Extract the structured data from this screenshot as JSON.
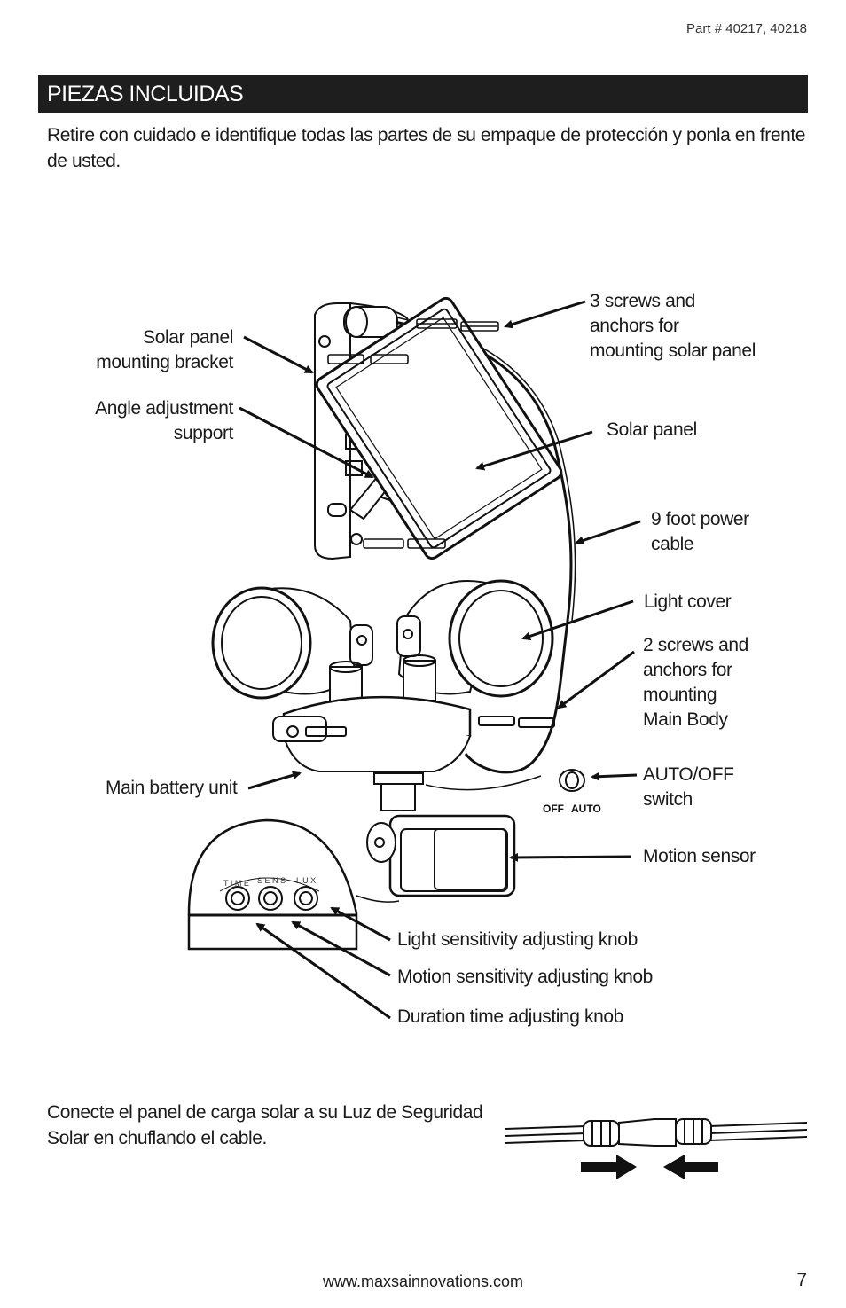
{
  "header": {
    "part_number": "Part # 40217, 40218"
  },
  "section": {
    "title": "PIEZAS INCLUIDAS",
    "intro": "Retire con cuidado e identifique todas las partes de su empaque de protección y ponla en frente de usted."
  },
  "labels": {
    "screws_solar": "3 screws and\nanchors for\nmounting solar panel",
    "mounting_bracket": "Solar panel\nmounting bracket",
    "angle_support": "Angle adjustment\nsupport",
    "solar_panel": "Solar panel",
    "power_cable": "9 foot power\ncable",
    "light_cover": "Light cover",
    "screws_body": "2 screws and\nanchors for\nmounting\nMain Body",
    "auto_off_switch": "AUTO/OFF\nswitch",
    "main_battery": "Main battery unit",
    "motion_sensor": "Motion sensor",
    "light_knob": "Light sensitivity adjusting knob",
    "motion_knob": "Motion sensitivity adjusting knob",
    "duration_knob": "Duration time adjusting knob"
  },
  "diagram_text": {
    "switch_off": "OFF",
    "switch_auto": "AUTO",
    "knob_time": "T I M E",
    "knob_sens": "S E N S",
    "knob_lux": "L U X"
  },
  "connect": {
    "text": "Conecte el panel de carga solar a su Luz de Seguridad Solar en chuflando el cable."
  },
  "footer": {
    "url": "www.maxsainnovations.com",
    "page": "7"
  }
}
